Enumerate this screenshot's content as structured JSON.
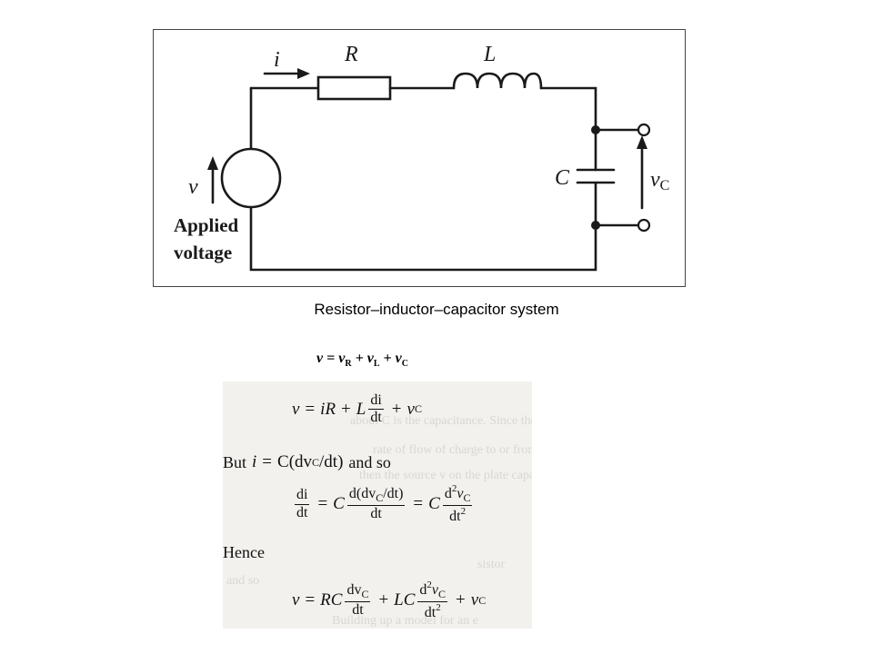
{
  "circuit": {
    "labels": {
      "current": "i",
      "resistor": "R",
      "inductor": "L",
      "capacitor": "C",
      "source_voltage": "v",
      "capacitor_voltage_main": "v",
      "capacitor_voltage_sub": "C",
      "applied_line1": "Applied",
      "applied_line2": "voltage"
    }
  },
  "caption": "Resistor–inductor–capacitor system",
  "kvl": {
    "v": "v",
    "eq": " = ",
    "vR": "v",
    "R": "R",
    "plus1": " + ",
    "vL": "v",
    "L": "L",
    "plus2": " + ",
    "vC": "v",
    "C": "C"
  },
  "scan": {
    "ghost_lines": [
      "about C is the capacitance. Since the curre",
      "rate of flow of charge to or from th",
      "then the source v on the plate capacito",
      "sistor",
      "and so",
      "Building up a model for an e"
    ],
    "eq1": {
      "lhs": "v",
      "equals": "=",
      "i": "i",
      "R": "R",
      "plus": "+",
      "L": "L",
      "frac_num": "di",
      "frac_den": "dt",
      "plus2": "+",
      "vC": "v",
      "C": "C"
    },
    "but_line": {
      "but": "But",
      "i": "i",
      "equals": "=",
      "expr": "C(dv",
      "sub": "C",
      "tail": "/dt)",
      "and_so": "and so"
    },
    "eq2": {
      "f1_num": "di",
      "f1_den": "dt",
      "equals": "=",
      "C": "C",
      "f2_num": "d(dv",
      "f2_num_sub": "C",
      "f2_num_tail": "/dt)",
      "f2_den": "dt",
      "equals2": "=",
      "C2": "C",
      "f3_num": "d",
      "f3_sup": "2",
      "f3_v": "v",
      "f3_sub": "C",
      "f3_den": "dt",
      "f3_den_sup": "2"
    },
    "hence": "Hence",
    "eq3": {
      "lhs": "v",
      "equals": "=",
      "RC": "RC",
      "f1_num": "dv",
      "f1_num_sub": "C",
      "f1_den": "dt",
      "plus": "+",
      "LC": "LC",
      "f2_num": "d",
      "f2_sup": "2",
      "f2_v": "v",
      "f2_sub": "C",
      "f2_den": "dt",
      "f2_den_sup": "2",
      "plus2": "+",
      "vC": "v",
      "C": "C"
    }
  }
}
